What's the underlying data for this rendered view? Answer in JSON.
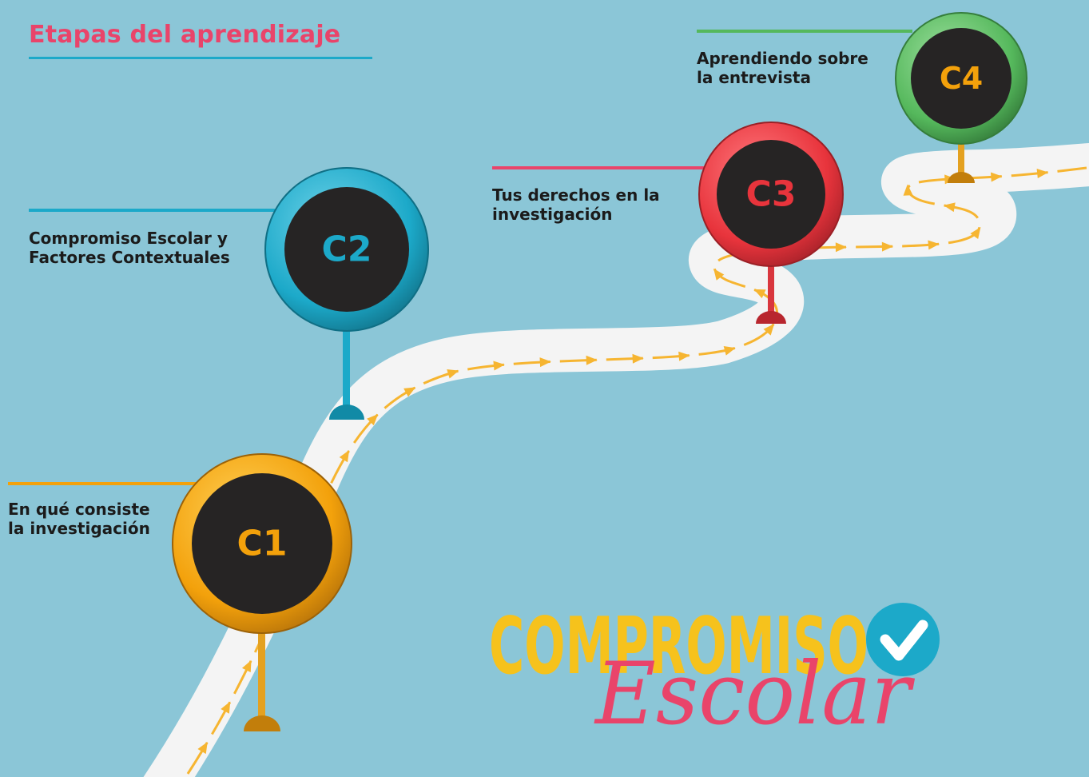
{
  "title": "Etapas del aprendizaje",
  "stages": [
    {
      "code": "C1",
      "label": "En qué consiste\nla investigación",
      "color": "#f3a10b",
      "text_color": "#f3a10b"
    },
    {
      "code": "C2",
      "label": "Compromiso Escolar y\nFactores Contextuales",
      "color": "#1ca9c9",
      "text_color": "#1ca9c9"
    },
    {
      "code": "C3",
      "label": "Tus derechos en la\ninvestigación",
      "color": "#e8343c",
      "text_color": "#e8343c"
    },
    {
      "code": "C4",
      "label": "Aprendiendo sobre\nla entrevista",
      "color": "#55b85c",
      "text_color": "#f3a10b"
    }
  ],
  "logo": {
    "word1": "COMPROMISO",
    "word2": "Escolar",
    "word1_color": "#f6c21c",
    "word2_color": "#e9446a",
    "check_color": "#1ca9c9"
  },
  "colors": {
    "background": "#8bc6d7",
    "road": "#f4f4f4",
    "arrows": "#f6b531",
    "pin_face": "#262424"
  }
}
